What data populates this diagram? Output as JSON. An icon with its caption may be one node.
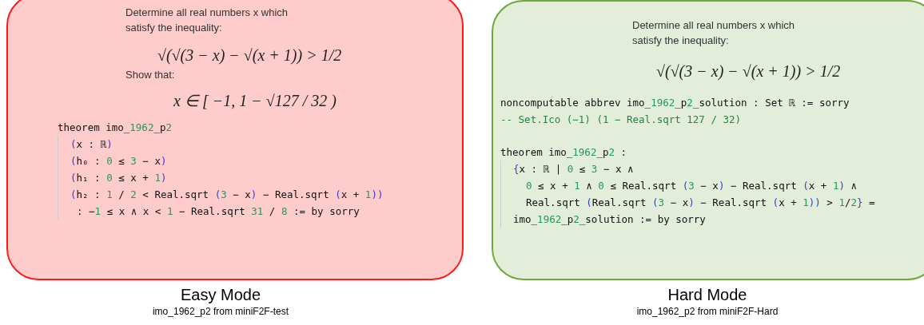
{
  "diagram": {
    "nodes": [
      {
        "text": [
          "Determine all real numbers x which satisfy the inequality:",
          "√(√(3 − x) − √(x + 1)) > 1/2",
          "Show that:",
          "x ∈ [ −1,  1 − √127 / 32 )",
          "theorem imo_1962_p2",
          "(x : ℝ)",
          "(h₀ : 0 ≤ 3 − x)",
          "(h₁ : 0 ≤ x + 1)",
          "(h₂ : 1 / 2 < Real.sqrt (3 − x) − Real.sqrt (x + 1))",
          ": −1 ≤ x ∧ x < 1 − Real.sqrt 31 / 8 := by sorry"
        ],
        "beside": [
          "Easy Mode",
          "imo_1962_p2 from miniF2F-test"
        ]
      },
      {
        "text": [
          "Determine all real numbers x which satisfy the inequality:",
          "√(√(3 − x) − √(x + 1)) > 1/2",
          "noncomputable abbrev imo_1962_p2_solution : Set ℝ := sorry",
          "-- Set.Ico (−1) (1 − Real.sqrt 127 / 32)",
          "theorem imo_1962_p2 :",
          "{x : ℝ | 0 ≤ 3 − x ∧",
          "0 ≤ x + 1 ∧ 0 ≤ Real.sqrt (3 − x) − Real.sqrt (x + 1) ∧",
          "Real.sqrt (Real.sqrt (3 − x) − Real.sqrt (x + 1)) > 1/2} =",
          "imo_1962_p2_solution := by sorry"
        ],
        "beside": [
          "Hard Mode",
          "imo_1962_p2 from miniF2F-Hard"
        ]
      }
    ]
  }
}
